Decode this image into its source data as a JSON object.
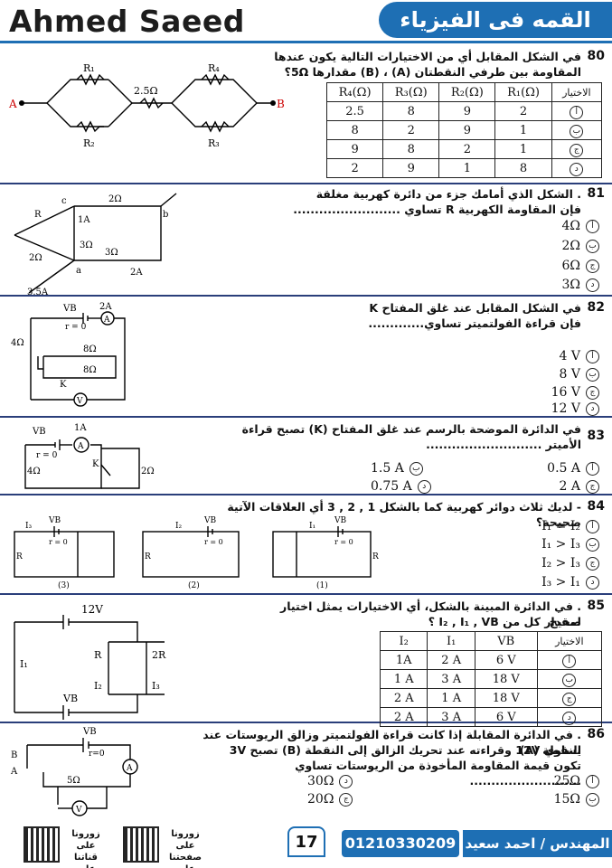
{
  "header": {
    "brand": "Ahmed Saeed",
    "title": "القمه فى الفيزياء"
  },
  "q80": {
    "num": "80",
    "text": "في الشكل المقابل أي من الاختيارات التالية يكون عندها المقاومة بين طرفي النقطتان (A) ، (B) مقدارها 5Ω؟",
    "headers": [
      "R₄(Ω)",
      "R₃(Ω)",
      "R₂(Ω)",
      "R₁(Ω)",
      "الاختيار"
    ],
    "rows": [
      [
        "2.5",
        "8",
        "9",
        "2",
        "أ"
      ],
      [
        "8",
        "2",
        "9",
        "1",
        "ب"
      ],
      [
        "9",
        "8",
        "2",
        "1",
        "ج"
      ],
      [
        "2",
        "9",
        "1",
        "8",
        "د"
      ]
    ],
    "fig": {
      "r1": "R₁",
      "r2": "R₂",
      "r3": "R₃",
      "r4": "R₄",
      "mid": "2.5Ω",
      "a": "A",
      "b": "B"
    }
  },
  "q81": {
    "num": "81",
    "text1": ". الشكل الذي أمامك جزء من دائرة كهربية مغلقة",
    "text2": "فإن المقاومة الكهربية R تساوي .........................",
    "options": [
      {
        "m": "أ",
        "v": "4Ω"
      },
      {
        "m": "ب",
        "v": "2Ω"
      },
      {
        "m": "ج",
        "v": "6Ω"
      },
      {
        "m": "د",
        "v": "3Ω"
      }
    ],
    "fig": {
      "r": "R",
      "c": "c",
      "b": "b",
      "a": "a",
      "i1": "1A",
      "r3": "3Ω",
      "r2a": "2Ω",
      "r2b": "2Ω",
      "r3b": "3Ω",
      "i2": "2A",
      "i35": "3.5A"
    }
  },
  "q82": {
    "num": "82",
    "text1": "في الشكل المقابل عند غلق المفتاح K",
    "text2": "فإن قراءة الفولتميتر تساوي.............",
    "options": [
      {
        "m": "أ",
        "v": "4 V"
      },
      {
        "m": "ب",
        "v": "8 V"
      },
      {
        "m": "ج",
        "v": "16 V"
      },
      {
        "m": "د",
        "v": "12 V"
      }
    ],
    "fig": {
      "vb": "VB",
      "r0": "r = 0",
      "amp": "2A",
      "r4": "4Ω",
      "r8a": "8Ω",
      "r8b": "8Ω",
      "k": "K",
      "a": "A",
      "v": "V"
    }
  },
  "q83": {
    "num": "83",
    "text": "في الدائرة الموضحة بالرسم عند غلق المفتاح (K) تصبح قراءة الأميتر ...........................",
    "options": [
      {
        "m": "أ",
        "v": "0.5 A"
      },
      {
        "m": "ب",
        "v": "1.5 A"
      },
      {
        "m": "د",
        "v": "0.75 A"
      },
      {
        "m": "ج",
        "v": "2 A"
      }
    ],
    "fig": {
      "vb": "VB",
      "r0": "r = 0",
      "amp": "1A",
      "r4": "4Ω",
      "r2": "2Ω",
      "k": "K",
      "a": "A"
    }
  },
  "q84": {
    "num": "84",
    "text": "- لديك ثلاث دوائر كهربية كما بالشكل 1 , 2 , 3 أي العلاقات الآتية صحيحة؟",
    "options": [
      {
        "m": "أ",
        "v": "I₁ = I₂"
      },
      {
        "m": "ب",
        "v": "I₁ > I₃"
      },
      {
        "m": "ج",
        "v": "I₂ > I₃"
      },
      {
        "m": "د",
        "v": "I₃ > I₁"
      }
    ],
    "fig": {
      "c1": "(1)",
      "c2": "(2)",
      "c3": "(3)",
      "i1": "I₁",
      "i2": "I₂",
      "i3": "I₃",
      "vb": "VB",
      "r0": "r = 0",
      "r": "R"
    }
  },
  "q85": {
    "num": "85",
    "text1": ". في الدائرة المبينة بالشكل، أي الاختيارات يمثل اختيار صحيح",
    "text2": "لمقدار كل من I₂ , I₁ , VB ؟",
    "headers": [
      "I₂",
      "I₁",
      "VB",
      "الاختيار"
    ],
    "rows": [
      [
        "1A",
        "2 A",
        "6 V",
        "أ"
      ],
      [
        "1 A",
        "3 A",
        "18 V",
        "ب"
      ],
      [
        "2 A",
        "1 A",
        "18 V",
        "ج"
      ],
      [
        "2 A",
        "3 A",
        "6 V",
        "د"
      ]
    ],
    "fig": {
      "v12": "12V",
      "i1": "I₁",
      "r": "R",
      "r2": "2R",
      "i2": "I₂",
      "i3": "I₃",
      "vb": "VB"
    }
  },
  "q86": {
    "num": "86",
    "text1": ". في الدائرة المقابلة إذا كانت قراءة الفولتميتر وزالق الريوستات عند النقطة (A)",
    "text2": "يساوي 12V وقراءته عند تحريك الزالق إلى النقطة (B) تصبح 3V",
    "text3": "تكون قيمة المقاومة المأخوذة من الريوستات تساوي ..........................",
    "options": [
      {
        "m": "أ",
        "v": "25Ω"
      },
      {
        "m": "د",
        "v": "30Ω"
      },
      {
        "m": "ب",
        "v": "15Ω"
      },
      {
        "m": "ج",
        "v": "20Ω"
      }
    ],
    "fig": {
      "vb": "VB",
      "r0": "r=0",
      "b": "B",
      "a": "A",
      "r5": "5Ω",
      "amp": "A",
      "v": "V"
    }
  },
  "footer": {
    "page": "17",
    "phone": "01210330209",
    "engineer": "المهندس / احمد سعيد",
    "qr1": "زورونا على قناتنا على اليوتيوب",
    "qr2": "زورونا على صفحتنا على الفيسبوك"
  }
}
